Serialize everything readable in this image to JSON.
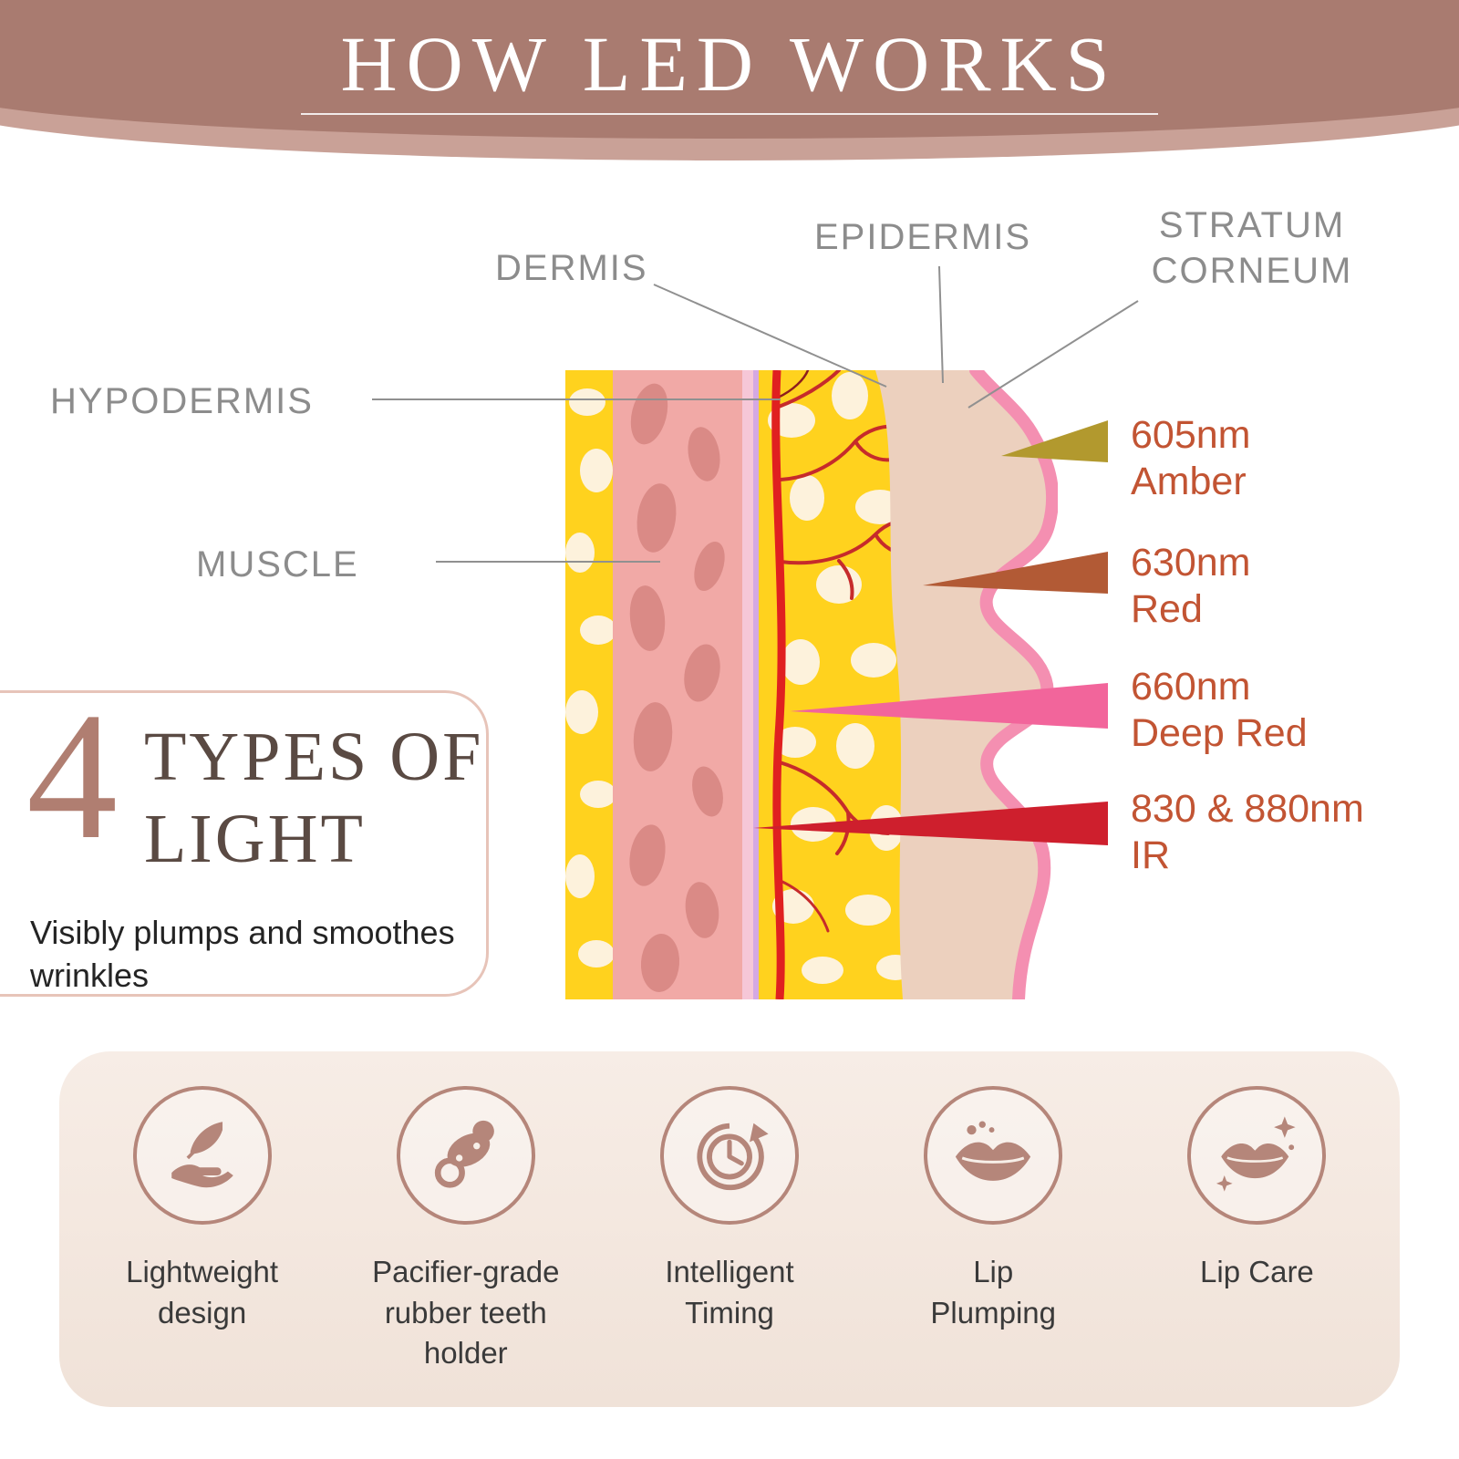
{
  "header": {
    "title": "HOW LED WORKS"
  },
  "diagram": {
    "labels": {
      "dermis": "DERMIS",
      "epidermis": "EPIDERMIS",
      "stratum_corneum_line1": "STRATUM",
      "stratum_corneum_line2": "CORNEUM",
      "hypodermis": "HYPODERMIS",
      "muscle": "MUSCLE"
    },
    "wavelengths": [
      {
        "value": "605nm",
        "name": "Amber",
        "color": "#b2992e"
      },
      {
        "value": "630nm",
        "name": "Red",
        "color": "#b25a35"
      },
      {
        "value": "660nm",
        "name": "Deep Red",
        "color": "#f2659b"
      },
      {
        "value": "830 & 880nm",
        "name": "IR",
        "color": "#ce1f2d"
      }
    ],
    "text_color": "#c25433"
  },
  "types_panel": {
    "number": "4",
    "title_line1": "TYPES OF",
    "title_line2": "LIGHT",
    "description": "Visibly plumps and smoothes wrinkles"
  },
  "features": [
    {
      "icon": "hand-feather-icon",
      "label": "Lightweight\ndesign"
    },
    {
      "icon": "pacifier-icon",
      "label": "Pacifier-grade\nrubber teeth\nholder"
    },
    {
      "icon": "clock-arrow-icon",
      "label": "Intelligent\nTiming"
    },
    {
      "icon": "lips-icon",
      "label": "Lip\nPlumping"
    },
    {
      "icon": "lips-sparkle-icon",
      "label": "Lip Care"
    }
  ],
  "colors": {
    "banner_dark": "#a97b70",
    "banner_light": "#c9a197",
    "accent_rose": "#b5867a",
    "panel_border": "#e7c4b9",
    "band_bg": "#f4e9e1",
    "fat_yellow": "#ffd21e",
    "muscle_pink": "#f1a9a6",
    "skin_beige": "#ecd0be",
    "dermis_pink": "#f48fb1",
    "vessel_red": "#e02020"
  }
}
